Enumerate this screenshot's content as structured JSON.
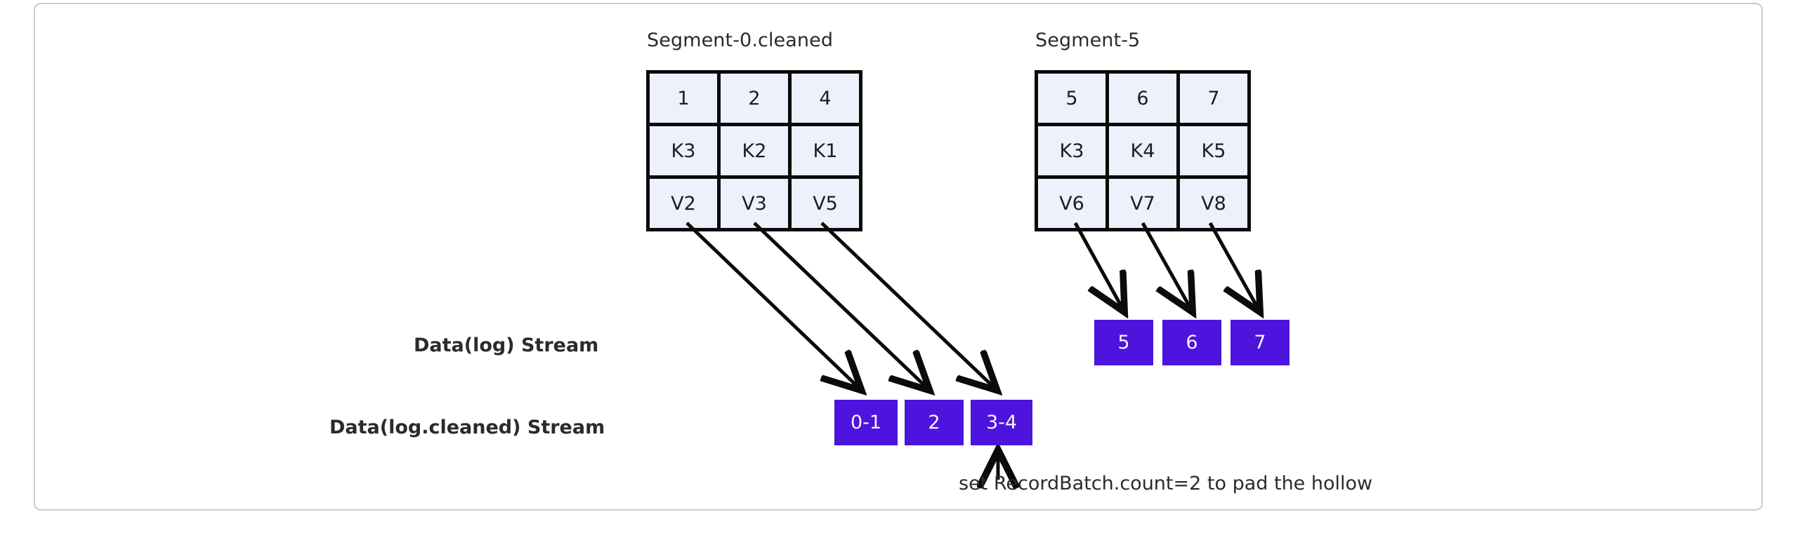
{
  "diagram": {
    "colors": {
      "frame_border": "#c6cdd4",
      "cell_fill": "#edf1fb",
      "grid_line": "#0b0b0b",
      "batch_purple": "#4c14dc",
      "batch_text": "#f7f3fb",
      "text": "#2b2b2b"
    },
    "segments": [
      {
        "title": "Segment-0.cleaned",
        "rows": [
          [
            "1",
            "2",
            "4"
          ],
          [
            "K3",
            "K2",
            "K1"
          ],
          [
            "V2",
            "V3",
            "V5"
          ]
        ]
      },
      {
        "title": "Segment-5",
        "rows": [
          [
            "5",
            "6",
            "7"
          ],
          [
            "K3",
            "K4",
            "K5"
          ],
          [
            "V6",
            "V7",
            "V8"
          ]
        ]
      }
    ],
    "streams": [
      {
        "label": "Data(log) Stream",
        "boxes": [
          "5",
          "6",
          "7"
        ]
      },
      {
        "label": "Data(log.cleaned) Stream",
        "boxes": [
          "0-1",
          "2",
          "3-4"
        ]
      }
    ],
    "annotation": "set RecordBatch.count=2 to pad the hollow"
  }
}
